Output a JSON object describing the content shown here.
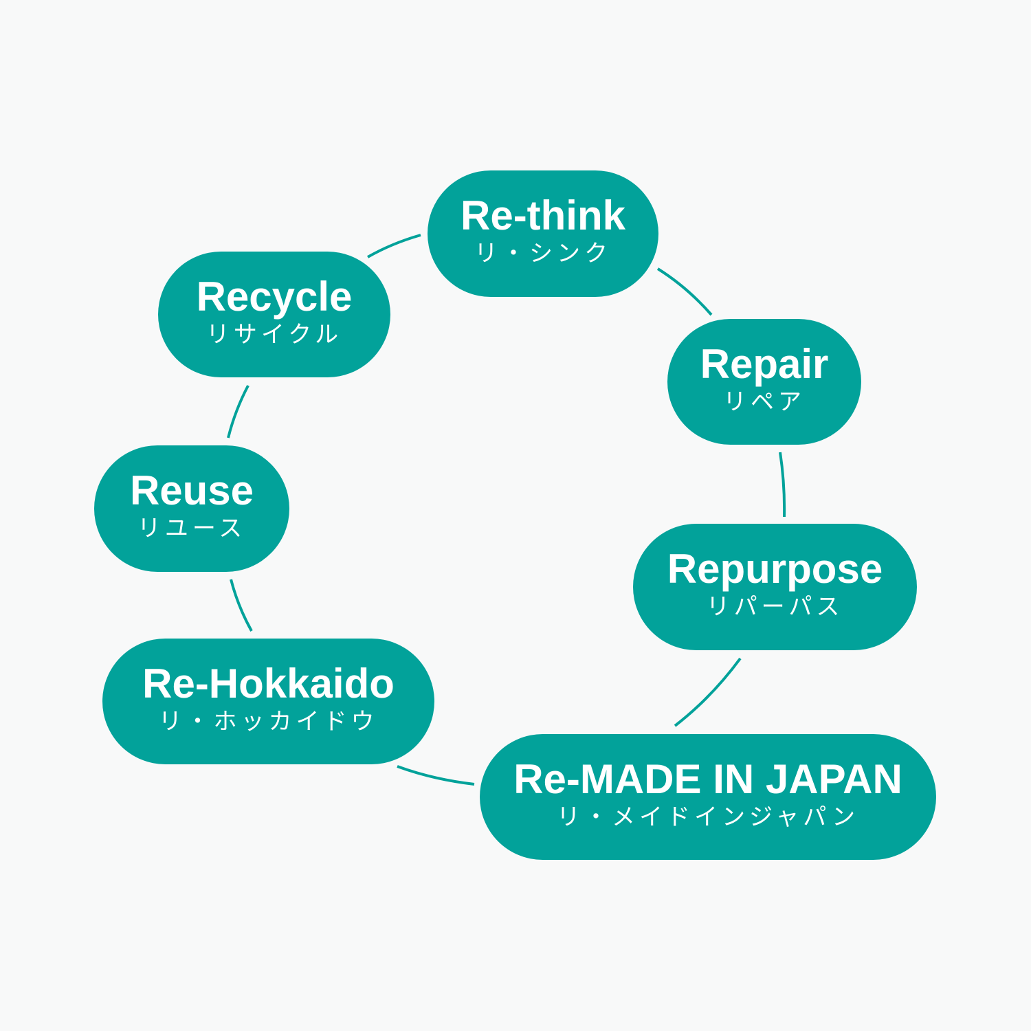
{
  "colors": {
    "accent": "#02a29a",
    "background": "#f8f9f9"
  },
  "nodes": [
    {
      "id": "rethink",
      "en": "Re-think",
      "ja": "リ・シンク"
    },
    {
      "id": "recycle",
      "en": "Recycle",
      "ja": "リサイクル"
    },
    {
      "id": "repair",
      "en": "Repair",
      "ja": "リペア"
    },
    {
      "id": "reuse",
      "en": "Reuse",
      "ja": "リユース"
    },
    {
      "id": "repurpose",
      "en": "Repurpose",
      "ja": "リパーパス"
    },
    {
      "id": "rehokkaido",
      "en": "Re-Hokkaido",
      "ja": "リ・ホッカイドウ"
    },
    {
      "id": "remadeinjapan",
      "en": "Re-MADE IN JAPAN",
      "ja": "リ・メイドインジャパン"
    }
  ]
}
